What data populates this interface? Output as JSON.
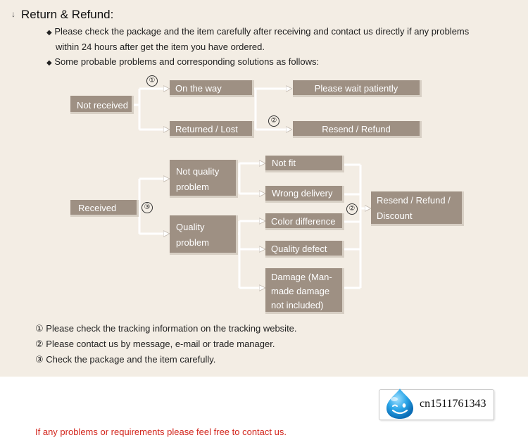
{
  "title": "Return & Refund:",
  "bullets": [
    {
      "line1": "Please check the package and the item carefully after receiving and contact us directly if any problems",
      "line2": "within 24 hours after get the item you have ordered."
    },
    {
      "line1": "Some probable problems and corresponding solutions as follows:"
    }
  ],
  "markers": {
    "m1": "①",
    "m2": "②",
    "m3": "③"
  },
  "nodes": {
    "not_received": "Not received",
    "on_the_way": "On the way",
    "returned_lost": "Returned / Lost",
    "wait_patiently": "Please wait patiently",
    "resend_refund": "Resend / Refund",
    "received": "Received",
    "not_quality_1": "Not quality",
    "not_quality_2": "problem",
    "quality_1": "Quality",
    "quality_2": "problem",
    "not_fit": "Not fit",
    "wrong_delivery": "Wrong delivery",
    "color_difference": "Color difference",
    "quality_defect": "Quality defect",
    "damage_1": "Damage (Man-",
    "damage_2": "made damage",
    "damage_3": "not included)",
    "resend_refund_discount_1": "Resend / Refund /",
    "resend_refund_discount_2": "Discount"
  },
  "notes": [
    {
      "mark": "①",
      "text": "Please check the tracking information on the tracking website."
    },
    {
      "mark": "②",
      "text": "Please contact us by message, e-mail or trade manager."
    },
    {
      "mark": "③",
      "text": "Check the package and the item carefully."
    }
  ],
  "contact_text": "If any problems or requirements please feel free to contact us.",
  "contact_id": "cn1511761343",
  "colors": {
    "box": "#9e9083",
    "panel": "#f3ede4",
    "contact": "#d2261d"
  }
}
